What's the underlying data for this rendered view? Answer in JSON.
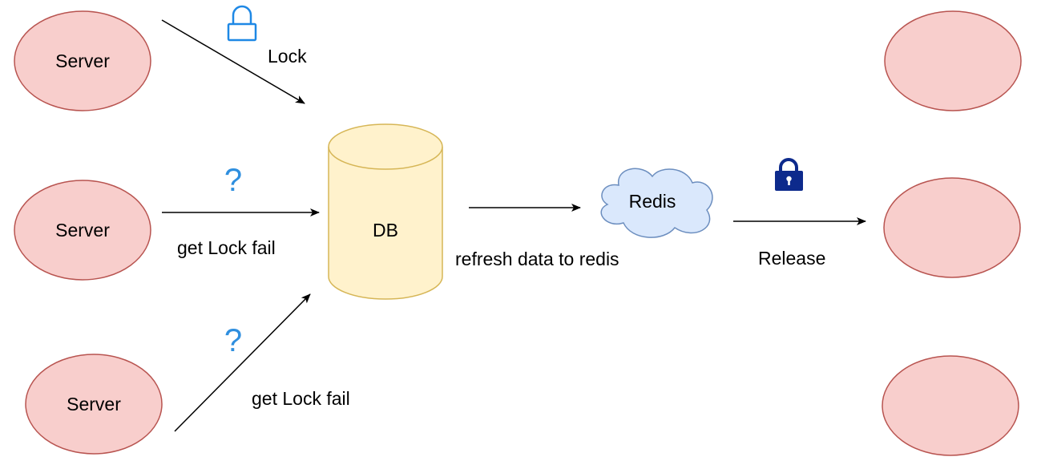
{
  "colors": {
    "server_fill": "#f8cecc",
    "server_stroke": "#b85450",
    "db_fill": "#fff2cc",
    "db_stroke": "#d6b656",
    "redis_fill": "#dae8fc",
    "redis_stroke": "#6c8ebf",
    "arrow": "#000000",
    "question_mark": "#2f8fdf",
    "open_lock": "#1e88e5",
    "closed_lock": "#0d2a8c"
  },
  "nodes": {
    "server_1": "Server",
    "server_2": "Server",
    "server_3": "Server",
    "db": "DB",
    "redis": "Redis",
    "client_1": "",
    "client_2": "",
    "client_3": ""
  },
  "edges": {
    "lock": "Lock",
    "get_lock_fail_1": "get Lock fail",
    "get_lock_fail_2": "get Lock fail",
    "refresh": "refresh data to redis",
    "release": "Release"
  },
  "icons": {
    "lock_open": "unlocked-padlock-icon",
    "lock_closed": "locked-padlock-icon",
    "question_1": "?",
    "question_2": "?"
  }
}
